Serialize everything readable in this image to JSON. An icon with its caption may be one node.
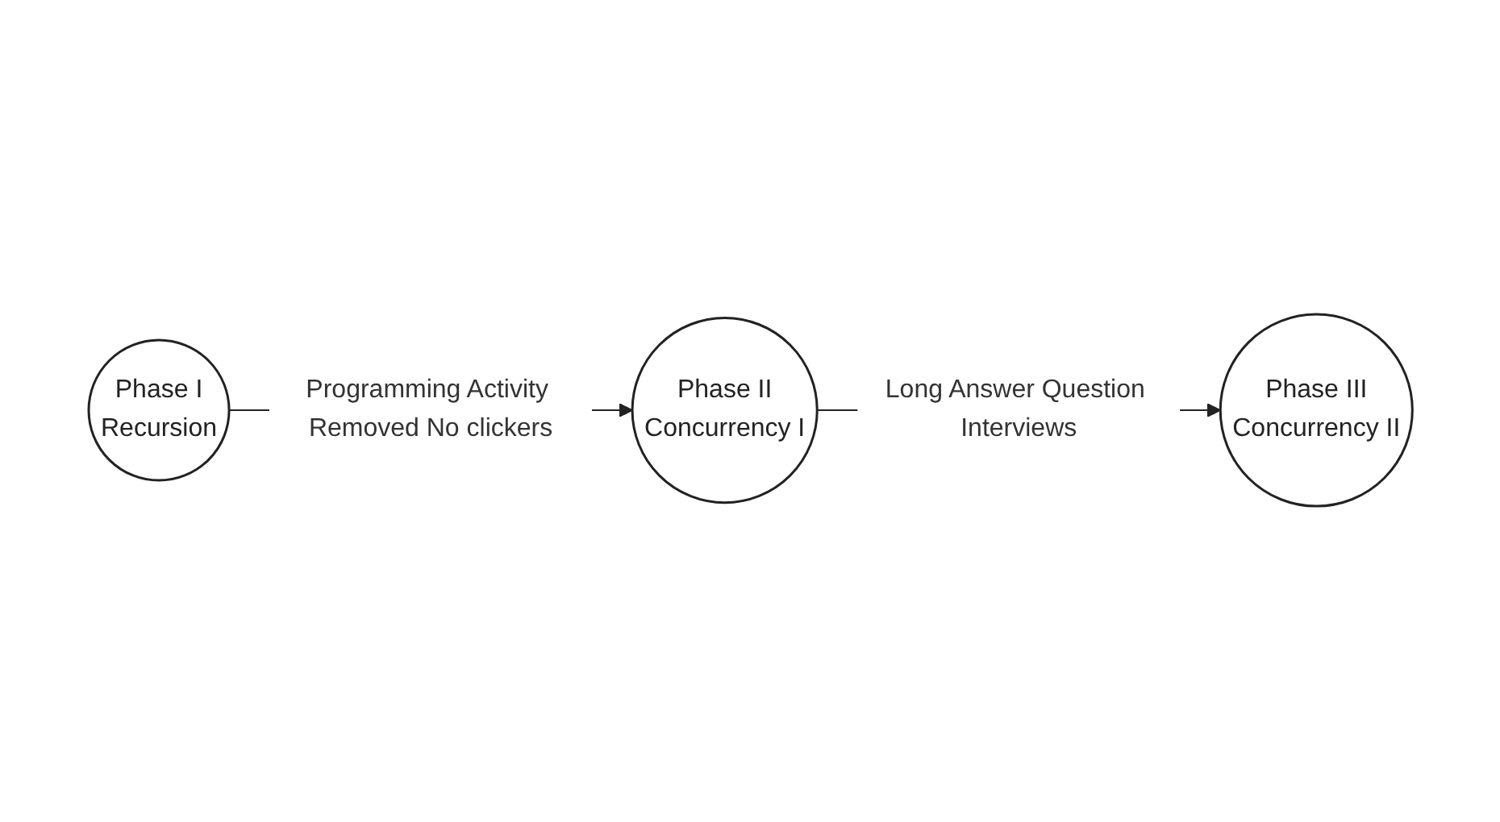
{
  "diagram": {
    "nodes": [
      {
        "text": [
          "Phase I",
          "Recursion"
        ]
      },
      {
        "text": [
          "Phase II",
          "Concurrency I"
        ]
      },
      {
        "text": [
          "Phase III",
          "Concurrency II"
        ]
      }
    ],
    "edges": [
      {
        "from": 0,
        "to": 1,
        "arrow": "to",
        "label": "Programming Activity Removed No clickers"
      },
      {
        "from": 1,
        "to": 2,
        "arrow": "to",
        "label": "Long Answer Question Interviews"
      }
    ]
  }
}
